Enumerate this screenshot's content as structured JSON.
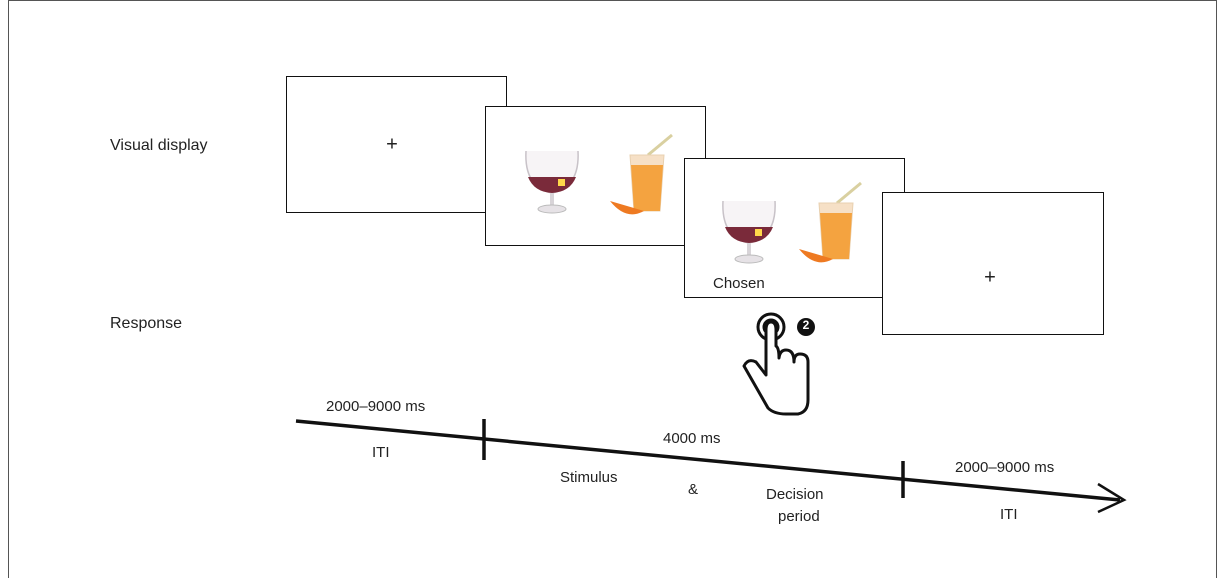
{
  "labels": {
    "visual_display": "Visual display",
    "response": "Response",
    "fixation": "+",
    "chosen": "Chosen",
    "button_number": "2"
  },
  "timeline": {
    "iti_duration": "2000–9000 ms",
    "iti_label": "ITI",
    "stim_duration": "4000 ms",
    "stimulus": "Stimulus",
    "ampersand": "&",
    "decision_line1": "Decision",
    "decision_line2": "period",
    "iti2_duration": "2000–9000 ms",
    "iti2_label": "ITI"
  },
  "stimuli": [
    "brandy-glass",
    "orange-juice-glass"
  ],
  "colors": {
    "brandy": "#7a2a3a",
    "juice": "#f4a340",
    "orange": "#ee7a22",
    "line": "#111111"
  }
}
